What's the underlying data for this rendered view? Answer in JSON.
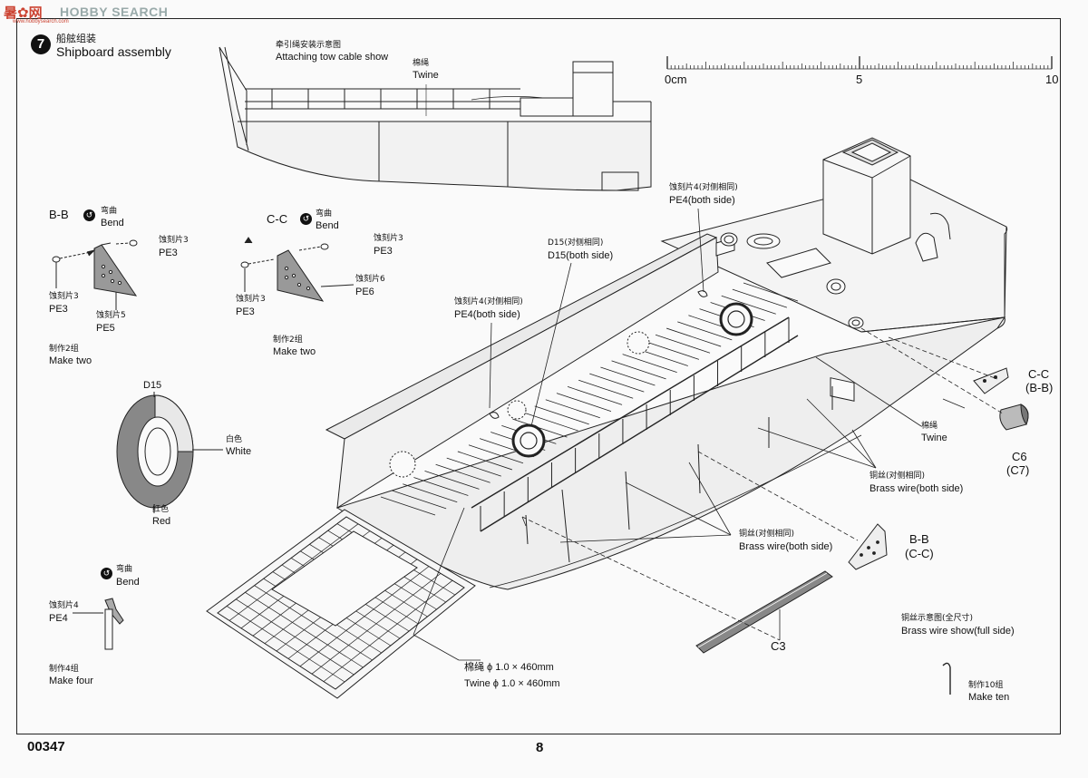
{
  "header": {
    "logo_cn": "暑",
    "logo_cn2": "网",
    "logo_en": "HOBBY SEARCH",
    "logo_sub": "www.hobbysearch.com",
    "step_number": "7",
    "title_cn": "船舷组装",
    "title_en": "Shipboard assembly"
  },
  "tow": {
    "title_cn": "牵引绳安装示意图",
    "title_en": "Attaching tow cable show",
    "twine_cn": "棉绳",
    "twine_en": "Twine"
  },
  "scale": {
    "l0": "0cm",
    "l5": "5",
    "l10": "10"
  },
  "bb": {
    "title": "B-B",
    "bend_cn": "弯曲",
    "bend_en": "Bend",
    "pe3_cn": "蚀刻片3",
    "pe3_en": "PE3",
    "pe3b_cn": "蚀刻片3",
    "pe3b_en": "PE3",
    "pe5_cn": "蚀刻片5",
    "pe5_en": "PE5",
    "make_cn": "制作2组",
    "make_en": "Make two"
  },
  "cc": {
    "title": "C-C",
    "bend_cn": "弯曲",
    "bend_en": "Bend",
    "pe3_cn": "蚀刻片3",
    "pe3_en": "PE3",
    "pe6_cn": "蚀刻片6",
    "pe6_en": "PE6",
    "pe3b_cn": "蚀刻片3",
    "pe3b_en": "PE3",
    "make_cn": "制作2组",
    "make_en": "Make two"
  },
  "tire": {
    "part": "D15",
    "white_cn": "白色",
    "white_en": "White",
    "red_cn": "红色",
    "red_en": "Red"
  },
  "pe4": {
    "bend_cn": "弯曲",
    "bend_en": "Bend",
    "pe_cn": "蚀刻片4",
    "pe_en": "PE4",
    "make_cn": "制作4组",
    "make_en": "Make four"
  },
  "callouts": {
    "pe4_top_cn": "蚀刻片4(对侧相同)",
    "pe4_top_en": "PE4(both side)",
    "d15_cn": "D15(对侧相同)",
    "d15_en": "D15(both side)",
    "pe4_mid_cn": "蚀刻片4(对侧相同)",
    "pe4_mid_en": "PE4(both side)",
    "cc_a": "C-C",
    "cc_b": "(B-B)",
    "c6_a": "C6",
    "c6_b": "(C7)",
    "twine_cn": "棉绳",
    "twine_en": "Twine",
    "brass_right_cn": "铜丝(对侧相同)",
    "brass_right_en": "Brass wire(both side)",
    "brass_mid_cn": "铜丝(对侧相同)",
    "brass_mid_en": "Brass wire(both side)",
    "bb_a": "B-B",
    "bb_b": "(C-C)",
    "c3": "C3",
    "twine_len_cn": "棉绳 ϕ 1.0 × 460mm",
    "twine_len_en": "Twine ϕ 1.0 × 460mm",
    "brass_show_cn": "铜丝示意图(全尺寸)",
    "brass_show_en": "Brass wire show(full side)",
    "make_ten_cn": "制作10组",
    "make_ten_en": "Make ten"
  },
  "footer": {
    "code": "00347",
    "page": "8"
  }
}
